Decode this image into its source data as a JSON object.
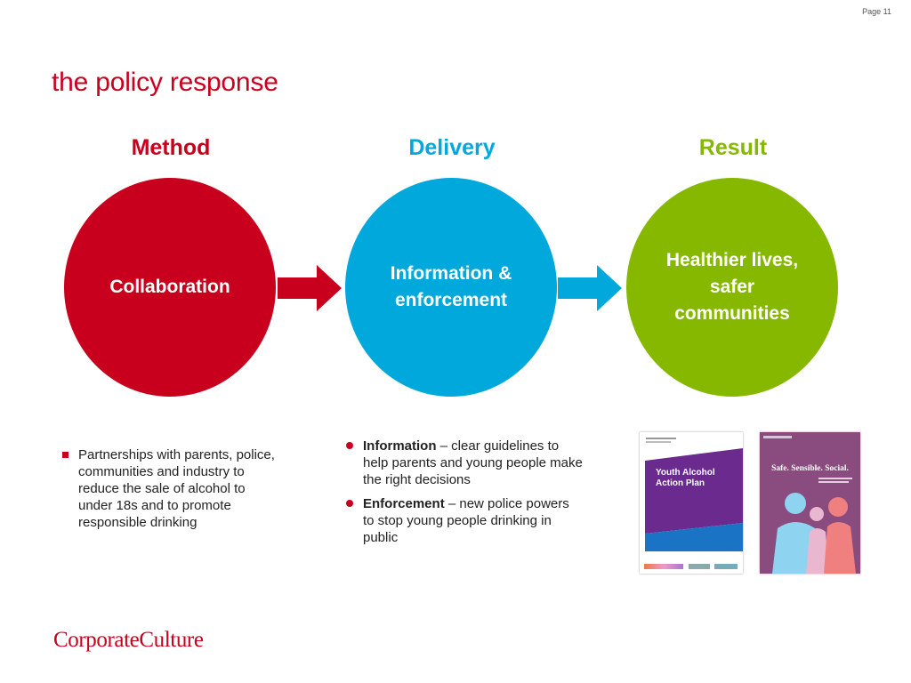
{
  "page": {
    "number": "Page 11"
  },
  "title": "the policy response",
  "columns": [
    {
      "heading": "Method",
      "circle_text": "Collaboration",
      "color": "#c8001e"
    },
    {
      "heading": "Delivery",
      "circle_text": "Information & enforcement",
      "color": "#00a8dc"
    },
    {
      "heading": "Result",
      "circle_text": "Healthier lives, safer communities",
      "color": "#86b800"
    }
  ],
  "method_bullets": [
    "Partnerships with parents, police, communities and industry to reduce the sale of alcohol to under 18s and to promote responsible drinking"
  ],
  "delivery_bullets": [
    {
      "term": "Information",
      "text": " – clear guidelines to help parents and young people make the right decisions"
    },
    {
      "term": "Enforcement",
      "text": " – new police powers to stop young people drinking in public"
    }
  ],
  "covers": {
    "youth_plan": {
      "title_line1": "Youth Alcohol",
      "title_line2": "Action Plan"
    },
    "safe_sensible": {
      "title": "Safe. Sensible. Social."
    }
  },
  "logo": "CorporateCulture",
  "colors": {
    "red": "#c8001e",
    "blue": "#00a8dc",
    "green": "#86b800",
    "purple": "#6a2a8e"
  }
}
